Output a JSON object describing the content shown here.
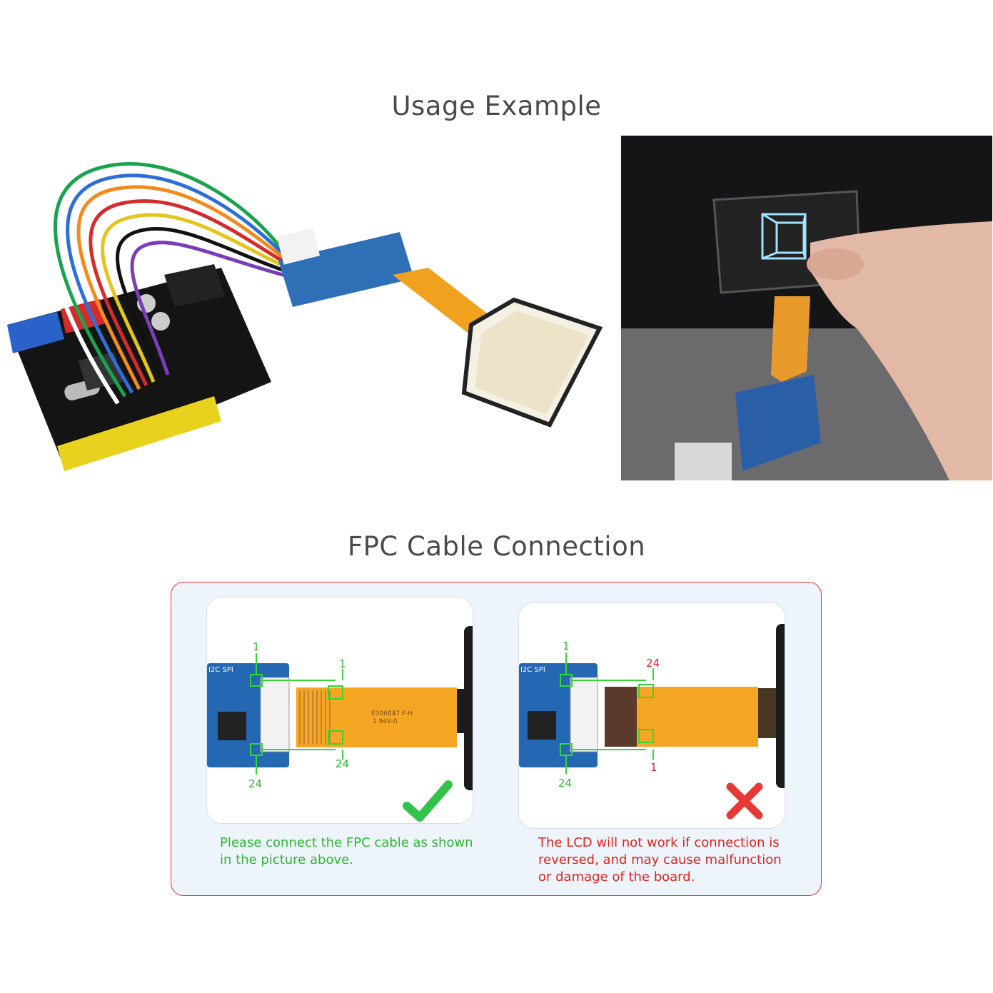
{
  "usage": {
    "title": "Usage Example"
  },
  "fpc": {
    "title": "FPC Cable Connection",
    "correct": {
      "caption_line1": "Please connect the FPC cable as shown",
      "caption_line2": "in the picture above.",
      "pin_top": "1",
      "pin_bottom": "24",
      "cable_pin_top": "1",
      "cable_pin_bottom": "24",
      "board_label": "I2C  SPI",
      "cable_text_1": "E306847 F-H",
      "cable_text_2": "1  94V-0",
      "mark": "check-icon"
    },
    "wrong": {
      "caption_line1": "The LCD will not work if connection is",
      "caption_line2": "reversed, and may cause malfunction",
      "caption_line3": "or damage of the board.",
      "pin_top": "1",
      "pin_bottom": "24",
      "cable_pin_top": "24",
      "cable_pin_bottom": "1",
      "board_label": "I2C  SPI",
      "mark": "cross-icon"
    }
  },
  "colors": {
    "correct": "#2eb82e",
    "wrong": "#e0241b",
    "panel_border": "#e53935",
    "panel_bg": "#eef4fb"
  }
}
